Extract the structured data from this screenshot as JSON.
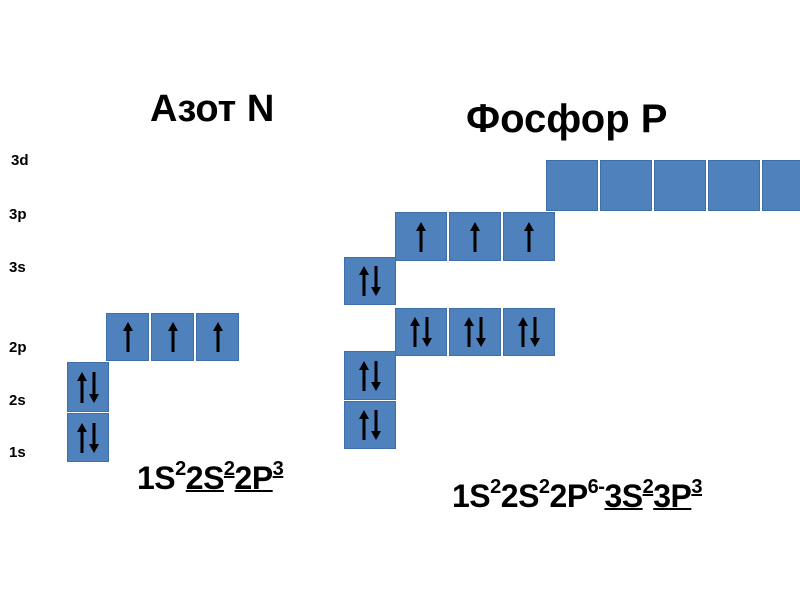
{
  "titles": {
    "nitrogen": "Азот N",
    "phosphorus": "Фосфор P"
  },
  "levels": [
    "3d",
    "3p",
    "3s",
    "2p",
    "2s",
    "1s"
  ],
  "orbitals": {
    "nitrogen": {
      "1s": [
        "up-down"
      ],
      "2s": [
        "up-down"
      ],
      "2p": [
        "up",
        "up",
        "up"
      ]
    },
    "phosphorus": {
      "1s": [
        "up-down"
      ],
      "2s": [
        "up-down"
      ],
      "2p": [
        "up-down",
        "up-down",
        "up-down"
      ],
      "3s": [
        "up-down"
      ],
      "3p": [
        "up",
        "up",
        "up"
      ],
      "3d": [
        "empty",
        "empty",
        "empty",
        "empty",
        "empty"
      ]
    }
  },
  "formulas": {
    "nitrogen": [
      {
        "t": "1S",
        "s": "2",
        "u": false
      },
      {
        "t": "2S",
        "s": "2",
        "u": true
      },
      {
        "t": "2P",
        "s": "3",
        "u": true
      }
    ],
    "phosphorus": [
      {
        "t": "1S",
        "s": "2",
        "u": false
      },
      {
        "t": "2S",
        "s": "2",
        "u": false
      },
      {
        "t": "2P",
        "s": "6-",
        "u": false
      },
      {
        "t": "3S",
        "s": "2",
        "u": true
      },
      {
        "t": "3P",
        "s": "3",
        "u": true
      }
    ]
  },
  "colors": {
    "box": "#4f81bd",
    "arrow": "#000000"
  }
}
